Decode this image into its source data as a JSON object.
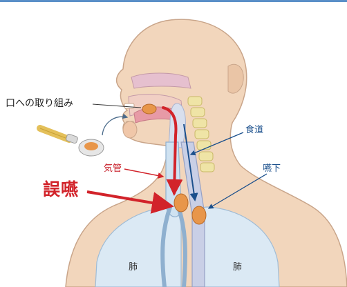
{
  "labels": {
    "mouth_care": "口への取り組み",
    "trachea": "気管",
    "aspiration": "誤嚥",
    "esophagus": "食道",
    "swallowing": "嚥下",
    "lung_left": "肺",
    "lung_right": "肺"
  },
  "colors": {
    "skin": "#f2d6bc",
    "skin_outline": "#c9a58a",
    "lung": "#dbe9f4",
    "airway": "#cfe2f1",
    "esophagus": "#c9cfe6",
    "spine": "#efe4a6",
    "food_bolus": "#e8964a",
    "aspiration_red": "#d2232a",
    "swallow_blue": "#1a4f8c"
  },
  "icons": [
    "spoon-icon",
    "food-bolus-icon"
  ]
}
